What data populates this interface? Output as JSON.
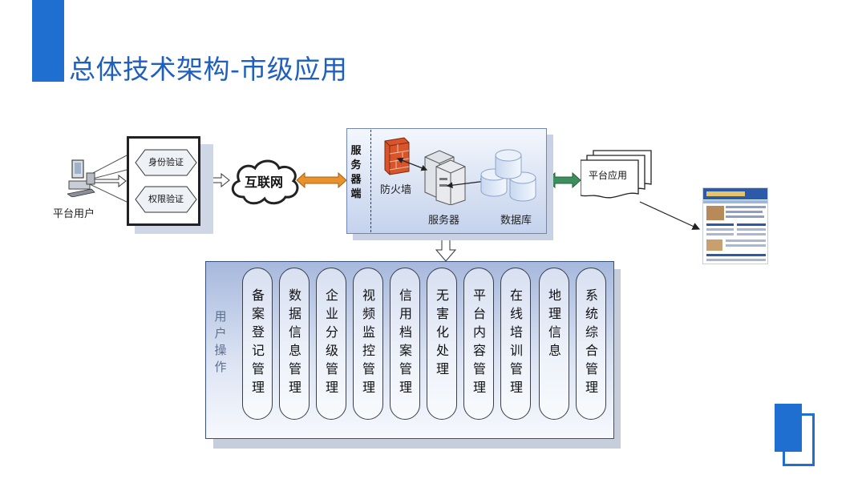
{
  "slide": {
    "title": "总体技术架构-市级应用"
  },
  "nodes": {
    "user": "平台用户",
    "auth_identity": "身份验证",
    "auth_permission": "权限验证",
    "internet": "互联网",
    "server_side": "服务器端",
    "firewall": "防火墙",
    "server": "服务器",
    "database": "数据库",
    "platform_app": "平台应用"
  },
  "user_operations": {
    "label": "用户操作",
    "modules": [
      "备案登记管理",
      "数据信息管理",
      "企业分级管理",
      "视频监控管理",
      "信用档案管理",
      "无害化处理",
      "平台内容管理",
      "在线培训管理",
      "地理信息",
      "系统综合管理"
    ]
  },
  "colors": {
    "accent_blue": "#1f6fd1",
    "title_blue": "#1f5fbf",
    "internet_arrow": "#e8922c",
    "app_arrow": "#3e8f5e"
  }
}
